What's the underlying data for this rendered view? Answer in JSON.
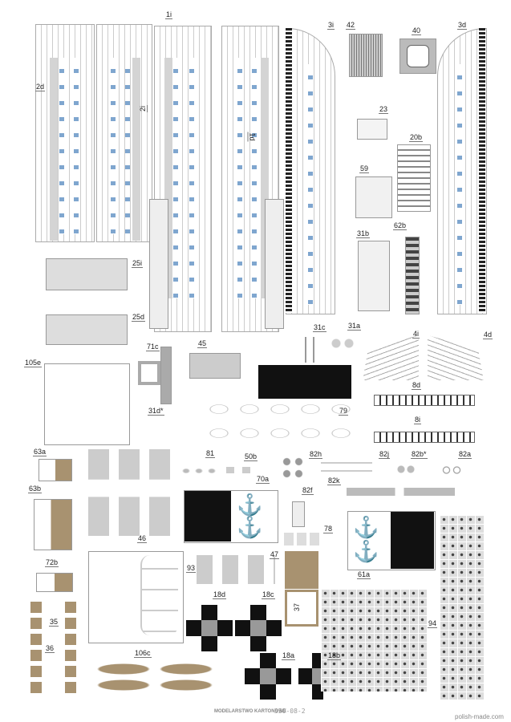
{
  "sheet": {
    "footer_brand": "MODELARSTWO KARTONOWE",
    "footer_code": "350-08-2",
    "footer_site": "polish-made.com"
  },
  "part_labels": {
    "p1i": "1i",
    "p2d": "2d",
    "p2i": "2i",
    "p1d": "1d",
    "p3i": "3i",
    "p42": "42",
    "p40": "40",
    "p3d": "3d",
    "p23": "23",
    "p20b": "20b",
    "p59": "59",
    "p31b": "31b",
    "p62b": "62b",
    "p25i": "25i",
    "p25d": "25d",
    "p71c": "71c",
    "p45": "45",
    "p105e": "105e",
    "p31c": "31c",
    "p31a": "31a",
    "p4i": "4i",
    "p4d": "4d",
    "p8d": "8d",
    "p79": "79",
    "p31d": "31d*",
    "p8i": "8i",
    "p63a": "63a",
    "p81": "81",
    "p50b": "50b",
    "p82h": "82h",
    "p82j": "82j",
    "p82b": "82b*",
    "p82a": "82a",
    "p63b": "63b",
    "p70a": "70a",
    "p82f": "82f",
    "p82k": "82k",
    "p78": "78",
    "p46": "46",
    "p47": "47",
    "p72b": "72b",
    "p93": "93",
    "p61a": "61a",
    "p18d": "18d",
    "p18c": "18c",
    "p37": "37",
    "p35": "35",
    "p94": "94",
    "p36": "36",
    "p106c": "106c",
    "p18a": "18a",
    "p18b": "18b"
  },
  "colors": {
    "black": "#111111",
    "gray": "#999999",
    "tan": "#a89270",
    "window_blue": "#7fa6cf"
  }
}
